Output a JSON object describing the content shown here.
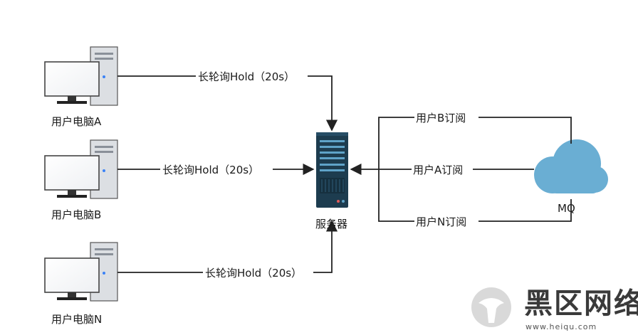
{
  "computers": [
    {
      "label": "用户电脑A"
    },
    {
      "label": "用户电脑B"
    },
    {
      "label": "用户电脑N"
    }
  ],
  "polling_labels": [
    "长轮询Hold（20s）",
    "长轮询Hold（20s）",
    "长轮询Hold（20s）"
  ],
  "server": {
    "label": "服务器"
  },
  "mq": {
    "label": "MQ"
  },
  "subscriptions": [
    "用户B订阅",
    "用户A订阅",
    "用户N订阅"
  ],
  "watermark": {
    "text": "黑区网络",
    "url": "www.heiqu.com"
  },
  "colors": {
    "line": "#222222",
    "cloud": "#6aaed3",
    "server_body": "#1d3c4f",
    "server_slot": "#5fa3c8"
  }
}
